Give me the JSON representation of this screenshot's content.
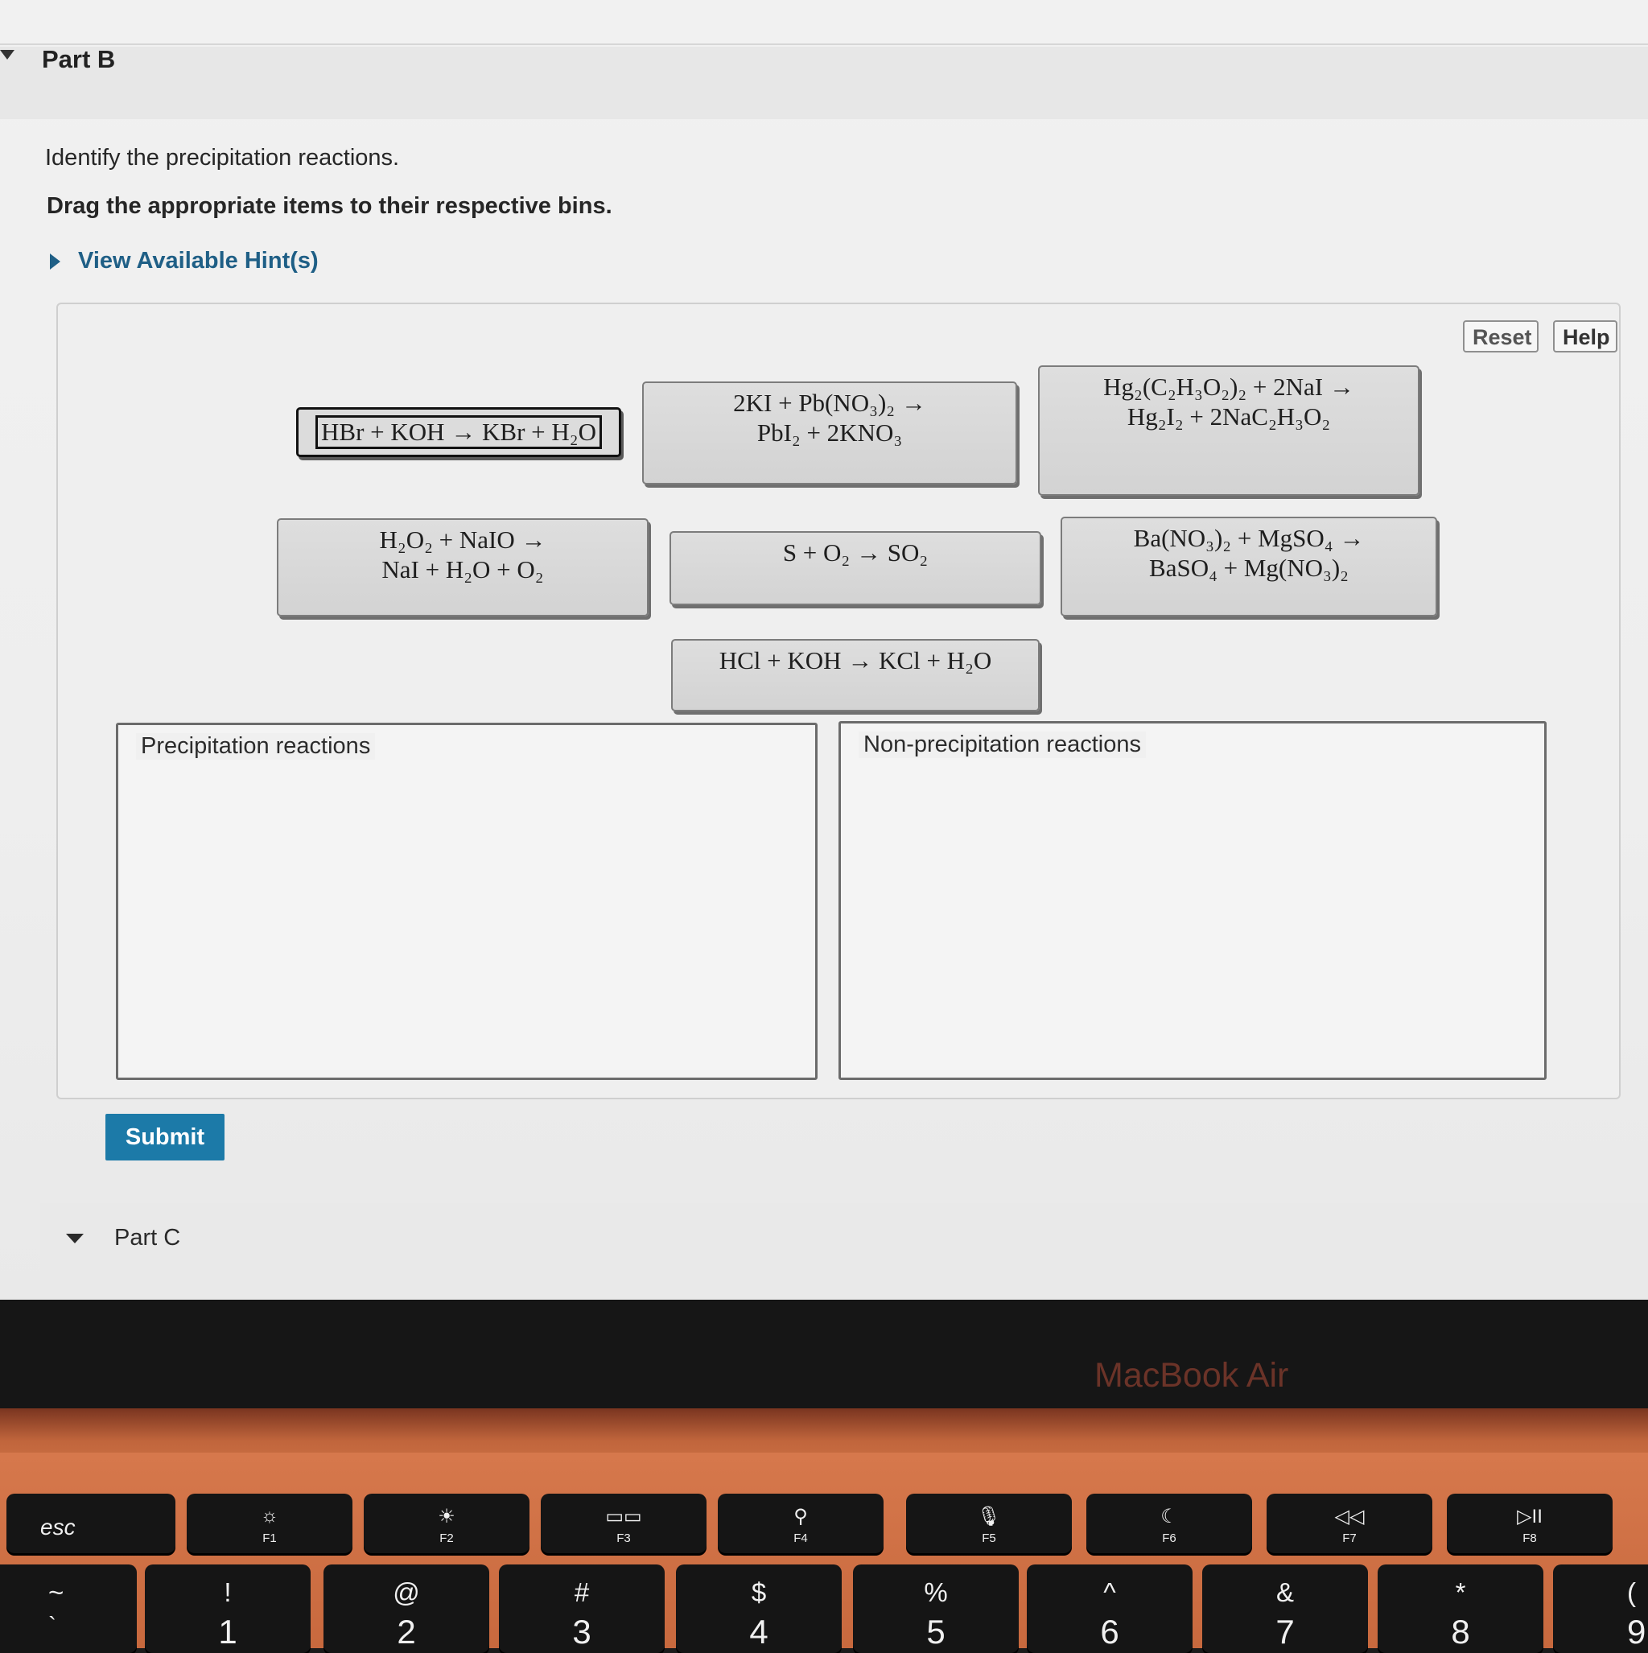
{
  "part_b": {
    "label": "Part B"
  },
  "instructions": {
    "line1": "Identify the precipitation reactions.",
    "line2": "Drag the appropriate items to their respective bins."
  },
  "hint": {
    "label": "View Available Hint(s)"
  },
  "toolbar": {
    "reset_label": "Reset",
    "help_label": "Help"
  },
  "tiles": [
    {
      "line1": "HBr + KOH → KBr + H₂O",
      "line2": "",
      "selected": true
    },
    {
      "line1": "2KI + Pb(NO₃)₂ →",
      "line2": "PbI₂ + 2KNO₃"
    },
    {
      "line1": "Hg₂(C₂H₃O₂)₂ + 2NaI →",
      "line2": "Hg₂I₂ + 2NaC₂H₃O₂"
    },
    {
      "line1": "H₂O₂ + NaIO →",
      "line2": "NaI + H₂O + O₂"
    },
    {
      "line1": "S + O₂ → SO₂",
      "line2": ""
    },
    {
      "line1": "Ba(NO₃)₂ + MgSO₄ →",
      "line2": "BaSO₄ + Mg(NO₃)₂"
    },
    {
      "line1": "HCl + KOH → KCl + H₂O",
      "line2": ""
    }
  ],
  "bins": {
    "precipitation": {
      "label": "Precipitation reactions"
    },
    "non_precipitation": {
      "label": "Non-precipitation reactions"
    }
  },
  "submit": {
    "label": "Submit"
  },
  "part_c": {
    "label": "Part C"
  },
  "laptop": {
    "brand": "MacBook Air"
  },
  "keyboard": {
    "function_row": [
      {
        "label": "esc",
        "icon": ""
      },
      {
        "label": "F1",
        "icon": "brightness-down-icon",
        "glyph": "☼"
      },
      {
        "label": "F2",
        "icon": "brightness-up-icon",
        "glyph": "☀"
      },
      {
        "label": "F3",
        "icon": "mission-control-icon",
        "glyph": "▭▭"
      },
      {
        "label": "F4",
        "icon": "search-icon",
        "glyph": "⚲"
      },
      {
        "label": "F5",
        "icon": "microphone-icon",
        "glyph": "🎙"
      },
      {
        "label": "F6",
        "icon": "moon-icon",
        "glyph": "☾"
      },
      {
        "label": "F7",
        "icon": "rewind-icon",
        "glyph": "◁◁"
      },
      {
        "label": "F8",
        "icon": "play-pause-icon",
        "glyph": "▷II"
      }
    ],
    "number_row": [
      {
        "top": "~",
        "bottom": "`"
      },
      {
        "top": "!",
        "bottom": "1"
      },
      {
        "top": "@",
        "bottom": "2"
      },
      {
        "top": "#",
        "bottom": "3"
      },
      {
        "top": "$",
        "bottom": "4"
      },
      {
        "top": "%",
        "bottom": "5"
      },
      {
        "top": "^",
        "bottom": "6"
      },
      {
        "top": "&",
        "bottom": "7"
      },
      {
        "top": "*",
        "bottom": "8"
      },
      {
        "top": "(",
        "bottom": "9"
      }
    ]
  }
}
